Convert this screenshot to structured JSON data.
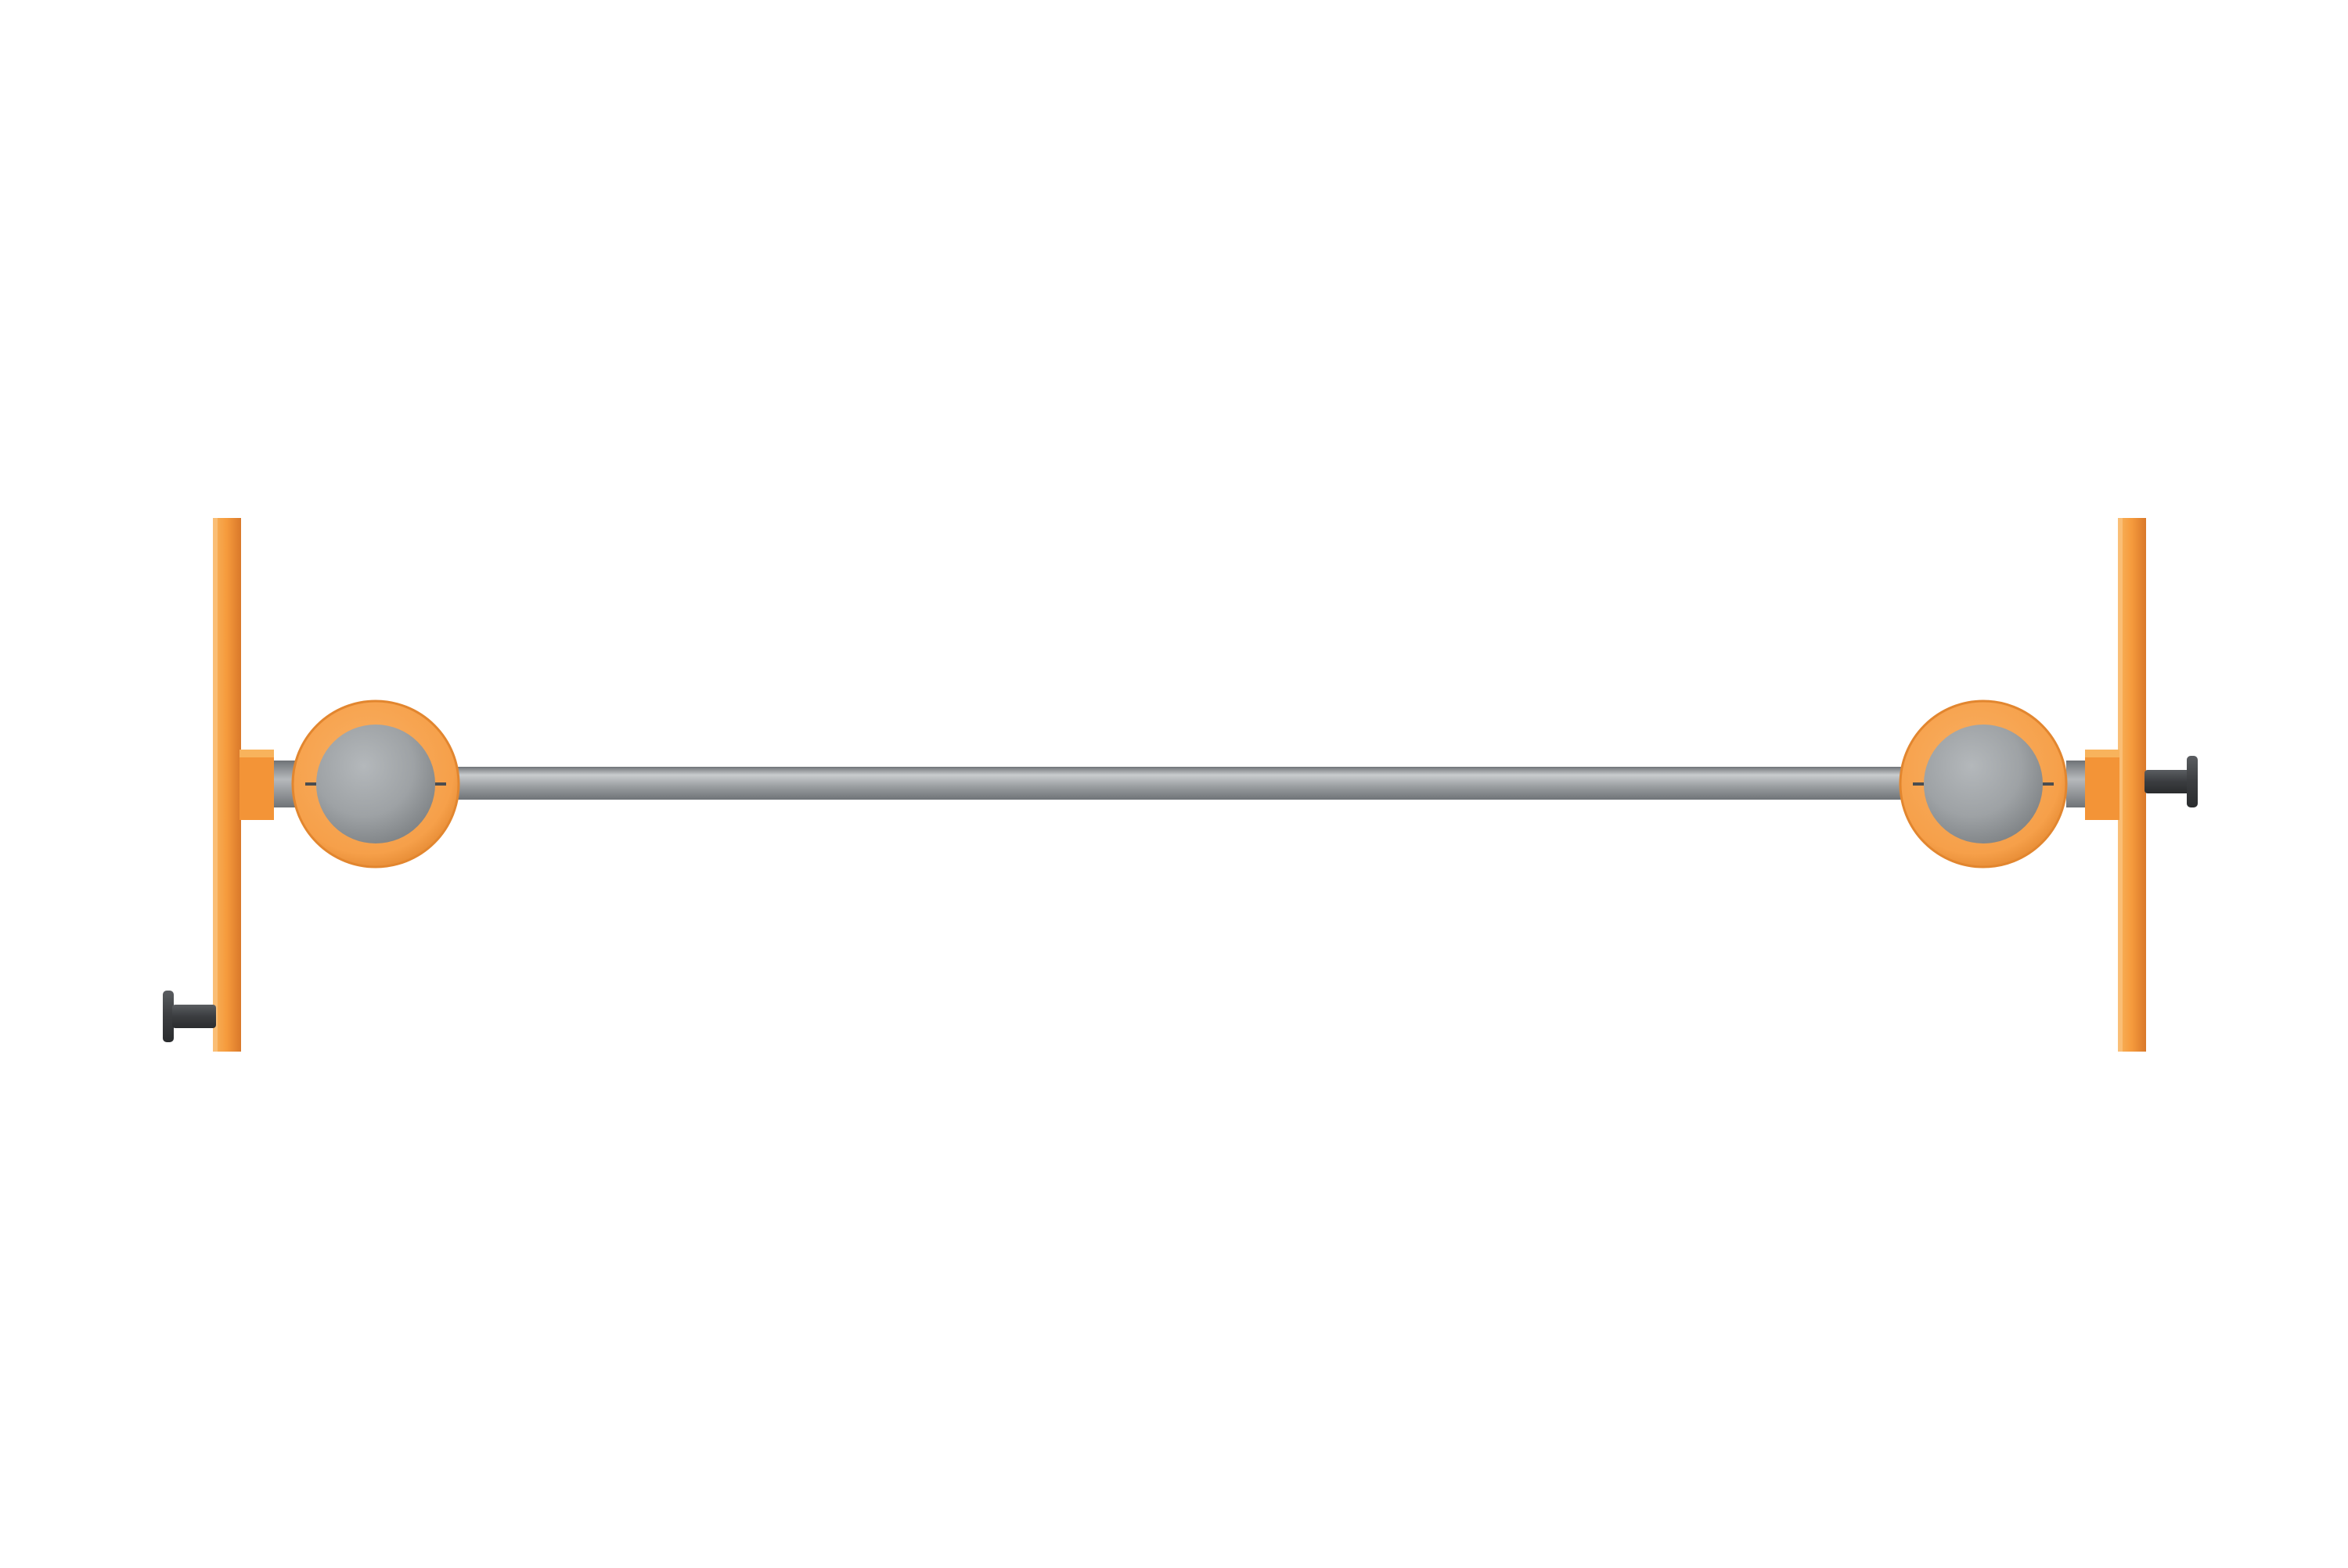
{
  "colors": {
    "background": "#ffffff",
    "plate_orange": "#f59a3c",
    "plate_highlight": "#f8b35c",
    "plate_shadow": "#d9782a",
    "ring_orange": "#f6a04a",
    "ring_edge": "#e2862f",
    "ball_grey": "#9ea2a5",
    "ball_shadow": "#7e8285",
    "bar_grey": "#9a9ea1",
    "bar_highlight": "#c9ccce",
    "bar_shadow": "#6f7377",
    "pin_dark": "#3b3d40",
    "pin_mid": "#5a5d61"
  },
  "parts": {
    "left_plate": "left-mounting-plate",
    "right_plate": "right-mounting-plate",
    "left_ball_joint": "left-ball-joint",
    "right_ball_joint": "right-ball-joint",
    "bar": "horizontal-bar",
    "left_pin": "left-locking-pin",
    "right_pin": "right-locking-pin"
  }
}
